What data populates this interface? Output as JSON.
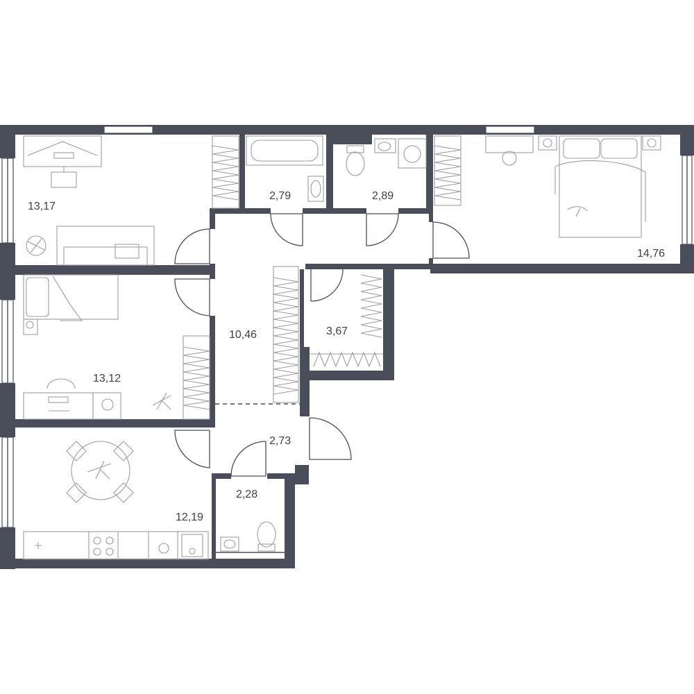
{
  "rooms": [
    {
      "id": "room-bedroom-top-left",
      "area": "13,17"
    },
    {
      "id": "room-bathroom",
      "area": "2,79"
    },
    {
      "id": "room-bathroom-laundry",
      "area": "2,89"
    },
    {
      "id": "room-master-bedroom",
      "area": "14,76"
    },
    {
      "id": "room-bedroom-middle-left",
      "area": "13,12"
    },
    {
      "id": "room-hallway",
      "area": "10,46"
    },
    {
      "id": "room-walk-in-closet",
      "area": "3,67"
    },
    {
      "id": "room-kitchen",
      "area": "12,19"
    },
    {
      "id": "room-entrance",
      "area": "2,73"
    },
    {
      "id": "room-wc",
      "area": "2,28"
    }
  ],
  "colors": {
    "wall": "#4a4d5a",
    "furniture": "#9a9ca6",
    "background": "#ffffff"
  }
}
